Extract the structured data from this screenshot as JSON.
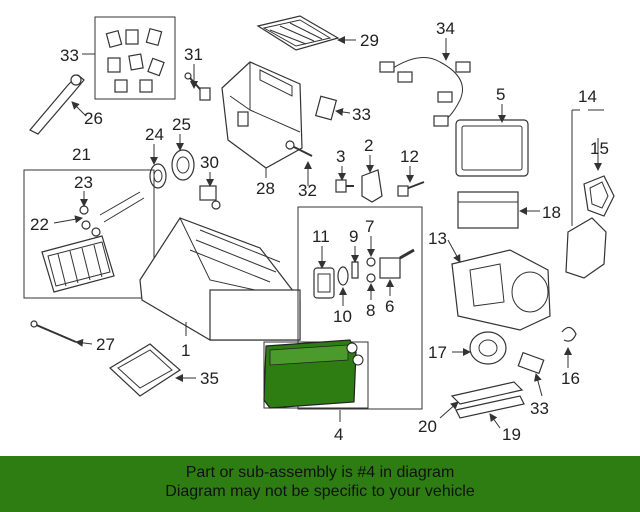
{
  "diagram": {
    "highlight_color": "#2e7d13",
    "highlighted_part": "4",
    "callouts": [
      "1",
      "2",
      "3",
      "4",
      "5",
      "6",
      "7",
      "8",
      "9",
      "10",
      "11",
      "12",
      "13",
      "14",
      "15",
      "16",
      "17",
      "18",
      "19",
      "20",
      "21",
      "22",
      "23",
      "24",
      "25",
      "26",
      "27",
      "28",
      "29",
      "30",
      "31",
      "32",
      "33",
      "33",
      "33",
      "34",
      "35"
    ]
  },
  "banner": {
    "line1": "Part or sub-assembly is #4 in diagram",
    "line2": "Diagram may not be specific to your vehicle",
    "background": "#2e7d13"
  }
}
